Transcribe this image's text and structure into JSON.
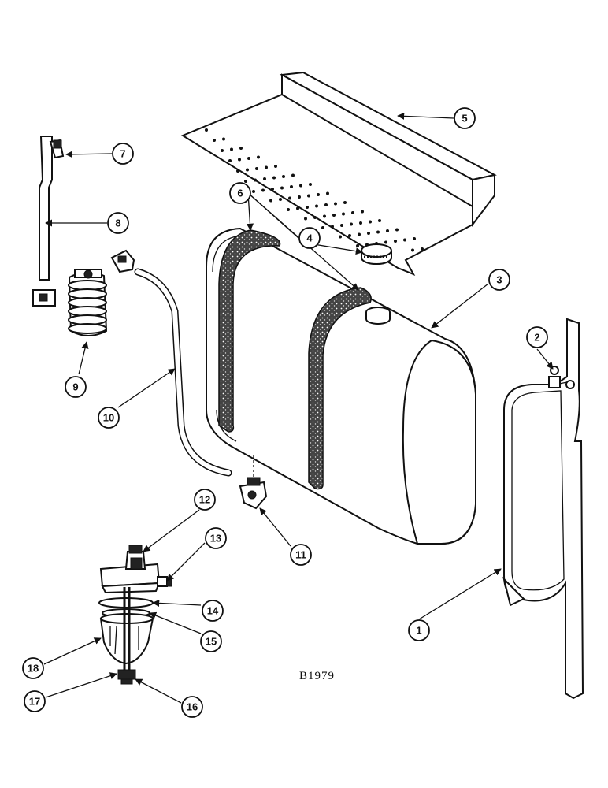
{
  "figure": {
    "caption": "B1979",
    "colors": {
      "ink": "#111111",
      "paper": "#ffffff",
      "insulation": "#333333"
    }
  },
  "callouts": [
    {
      "number": "1",
      "part": "tank-strap"
    },
    {
      "number": "2",
      "part": "strap-bolt"
    },
    {
      "number": "3",
      "part": "fuel-tank"
    },
    {
      "number": "4",
      "part": "filler-cap"
    },
    {
      "number": "5",
      "part": "step-plate"
    },
    {
      "number": "6",
      "part": "insulating-strips"
    },
    {
      "number": "7",
      "part": "clamp"
    },
    {
      "number": "8",
      "part": "bracket"
    },
    {
      "number": "9",
      "part": "fuel-filter"
    },
    {
      "number": "10",
      "part": "fuel-line"
    },
    {
      "number": "11",
      "part": "shut-off-valve"
    },
    {
      "number": "12",
      "part": "sediment-bowl-valve"
    },
    {
      "number": "13",
      "part": "valve-lever"
    },
    {
      "number": "14",
      "part": "gasket"
    },
    {
      "number": "15",
      "part": "screen"
    },
    {
      "number": "16",
      "part": "nut"
    },
    {
      "number": "17",
      "part": "bail"
    },
    {
      "number": "18",
      "part": "glass-bowl"
    }
  ]
}
